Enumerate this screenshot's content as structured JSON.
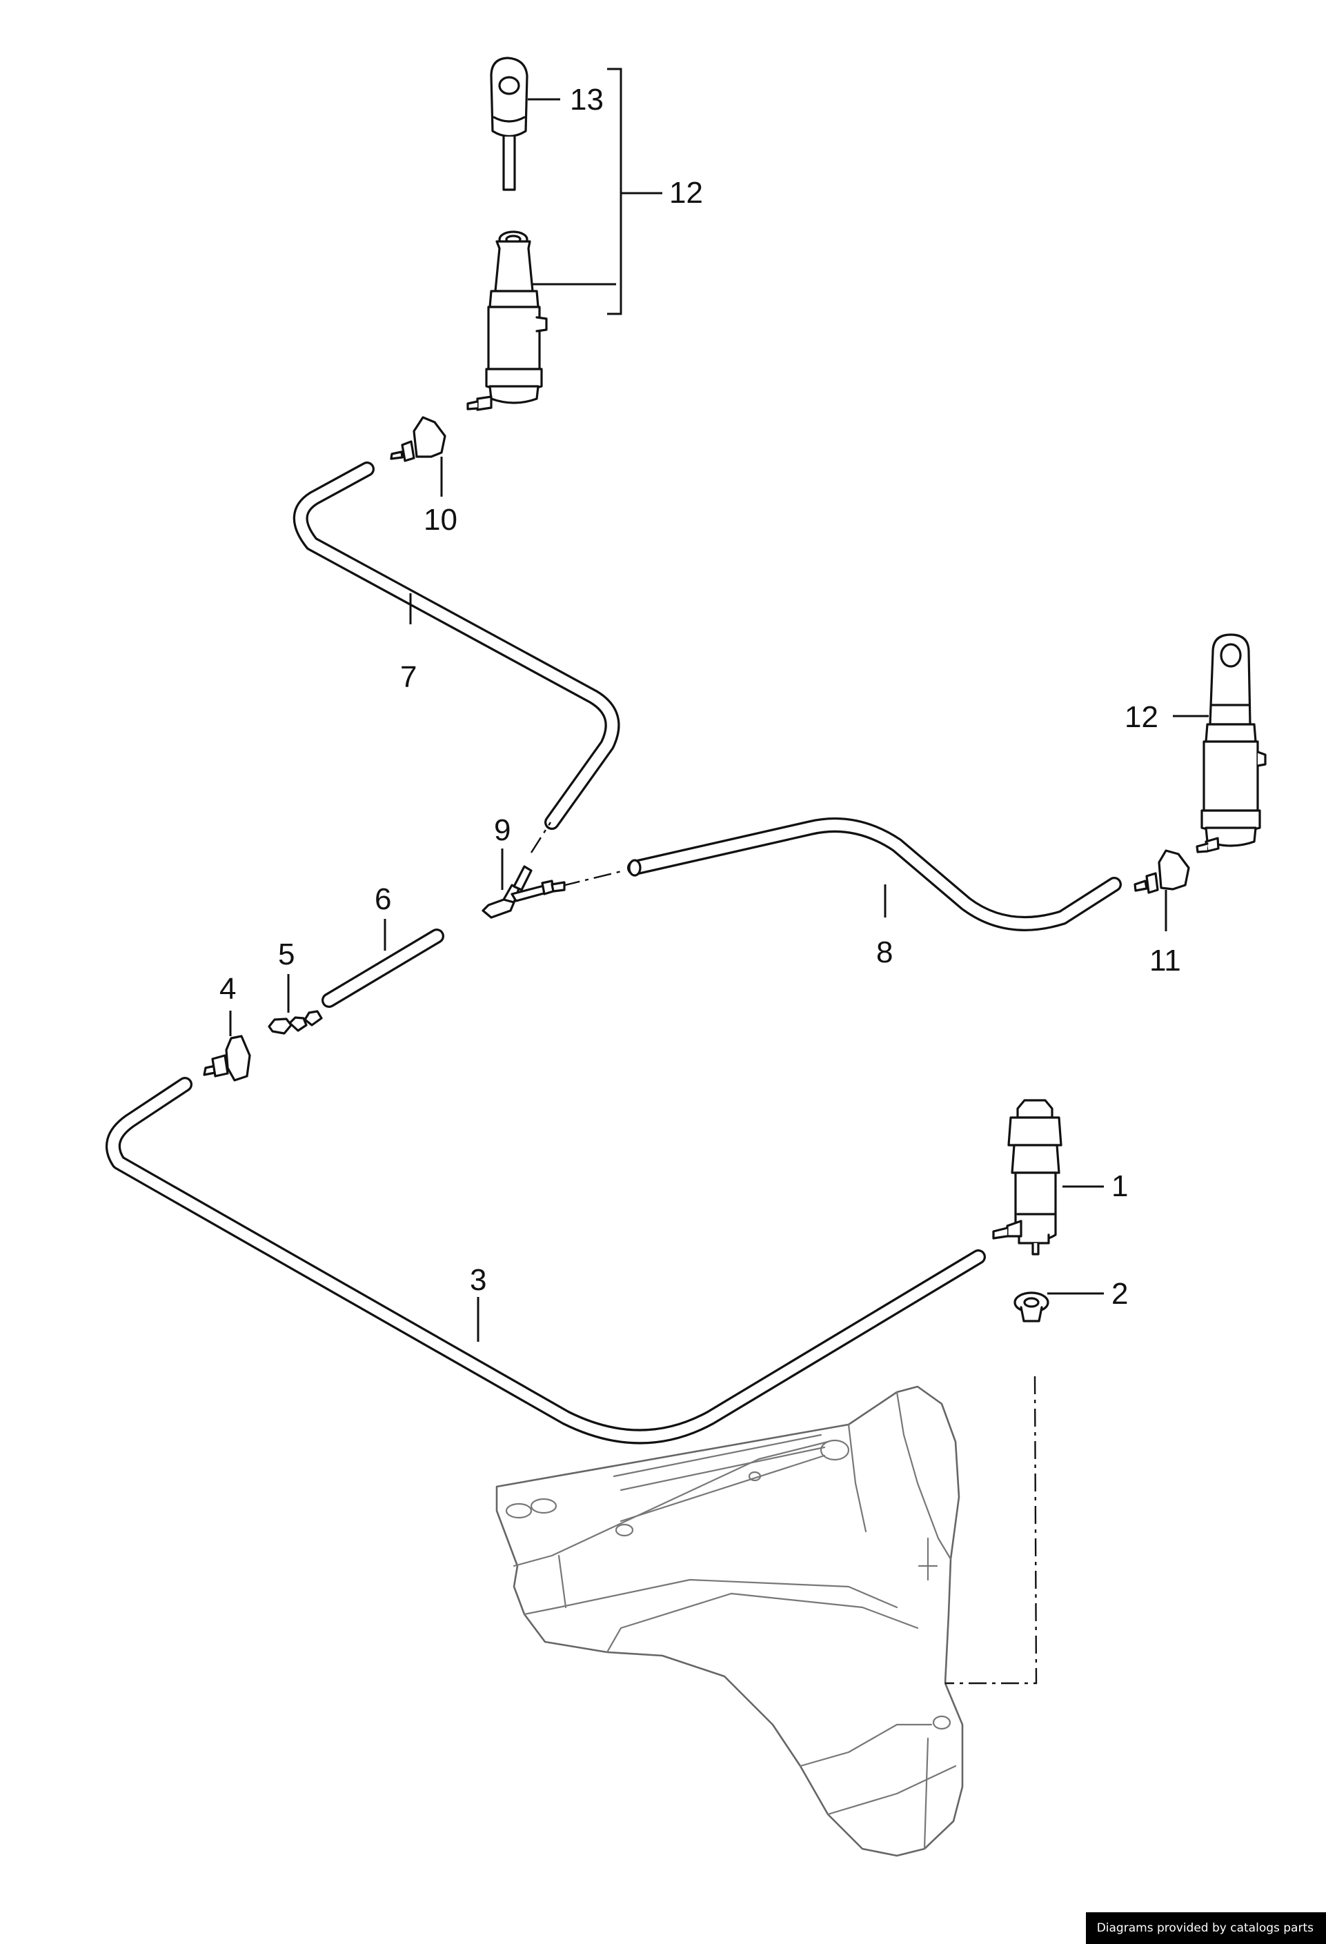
{
  "diagram": {
    "callouts": {
      "c1": "1",
      "c2": "2",
      "c3": "3",
      "c4": "4",
      "c5": "5",
      "c6": "6",
      "c7": "7",
      "c8": "8",
      "c9": "9",
      "c10": "10",
      "c11": "11",
      "c12_top": "12",
      "c12_right": "12",
      "c13": "13"
    }
  },
  "footer": {
    "credit": "Diagrams provided by catalogs parts"
  }
}
